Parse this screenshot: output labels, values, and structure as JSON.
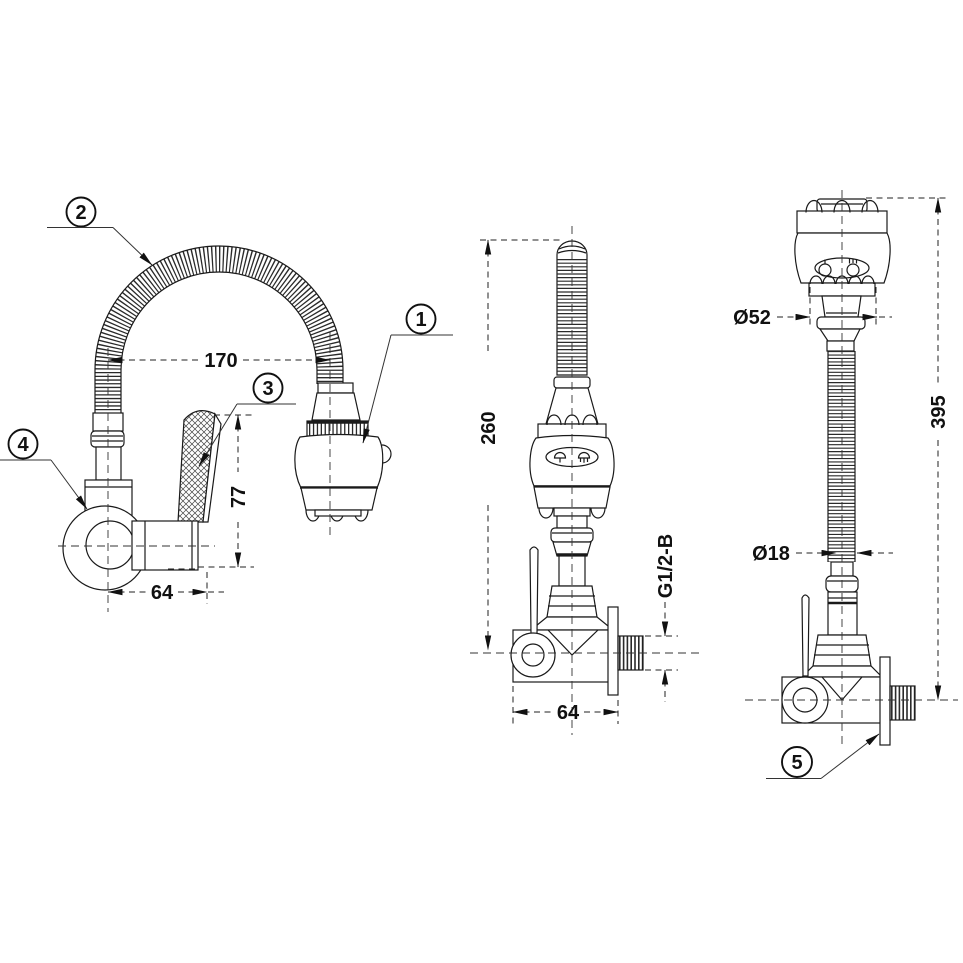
{
  "views": {
    "side_profile": {
      "dim_spout_reach": "170",
      "dim_handle_height": "77",
      "dim_body_depth": "64"
    },
    "front": {
      "dim_height": "260",
      "dim_body_width": "64",
      "thread_spec": "G1/2-B"
    },
    "extended": {
      "dim_head_diameter": "Ø52",
      "dim_hose_diameter": "Ø18",
      "dim_total_length": "395"
    },
    "callouts": {
      "c1": "1",
      "c2": "2",
      "c3": "3",
      "c4": "4",
      "c5": "5"
    }
  }
}
